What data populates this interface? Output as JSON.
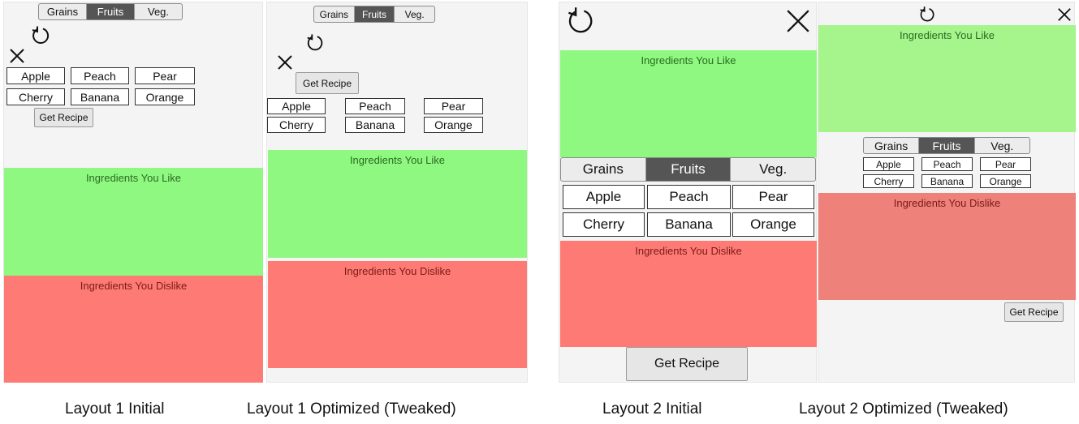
{
  "tabs": [
    "Grains",
    "Fruits",
    "Veg."
  ],
  "active_tab": "Fruits",
  "ingredients": [
    "Apple",
    "Peach",
    "Pear",
    "Cherry",
    "Banana",
    "Orange"
  ],
  "get_recipe_label": "Get Recipe",
  "like_label": "Ingredients You Like",
  "dislike_label": "Ingredients You Dislike",
  "captions": {
    "l1_initial": "Layout 1 Initial",
    "l1_optimized": "Layout 1 Optimized (Tweaked)",
    "l2_initial": "Layout 2 Initial",
    "l2_optimized": "Layout 2 Optimized (Tweaked)"
  },
  "icons": {
    "refresh": "refresh-icon",
    "close": "close-icon"
  },
  "colors": {
    "like": "#8ff880",
    "like_optimized": "#a6f48c",
    "dislike": "#fe7b75",
    "dislike_optimized": "#ee817a",
    "tab_active": "#555555"
  }
}
